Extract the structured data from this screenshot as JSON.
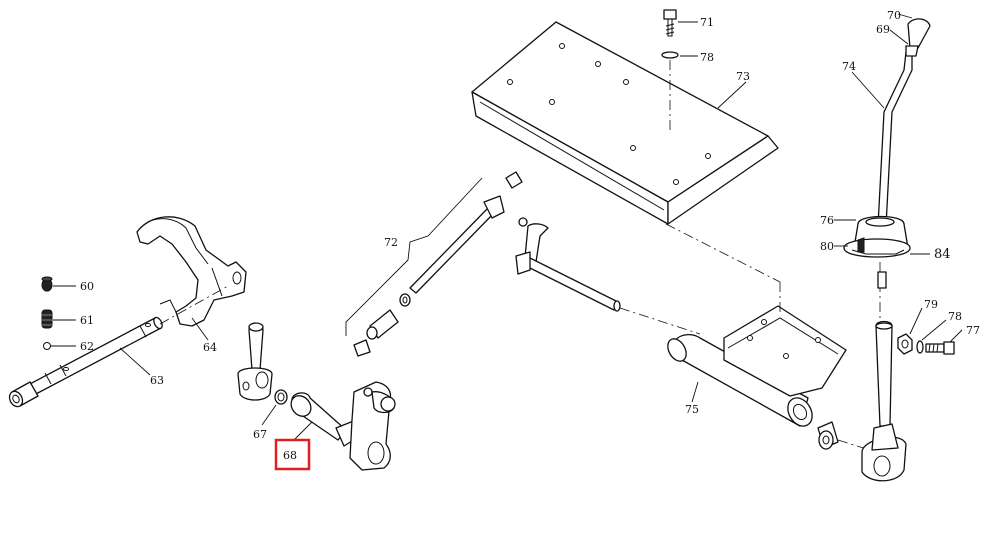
{
  "callouts": {
    "p60": "60",
    "p61": "61",
    "p62": "62",
    "p63": "63",
    "p64": "64",
    "p67": "67",
    "p68": "68",
    "p69": "69",
    "p70": "70",
    "p71": "71",
    "p72": "72",
    "p73": "73",
    "p74": "74",
    "p75": "75",
    "p76": "76",
    "p77": "77",
    "p78a": "78",
    "p78b": "78",
    "p79": "79",
    "p80": "80",
    "p84": "84"
  },
  "highlight": {
    "part": "68",
    "color": "#e02020"
  }
}
